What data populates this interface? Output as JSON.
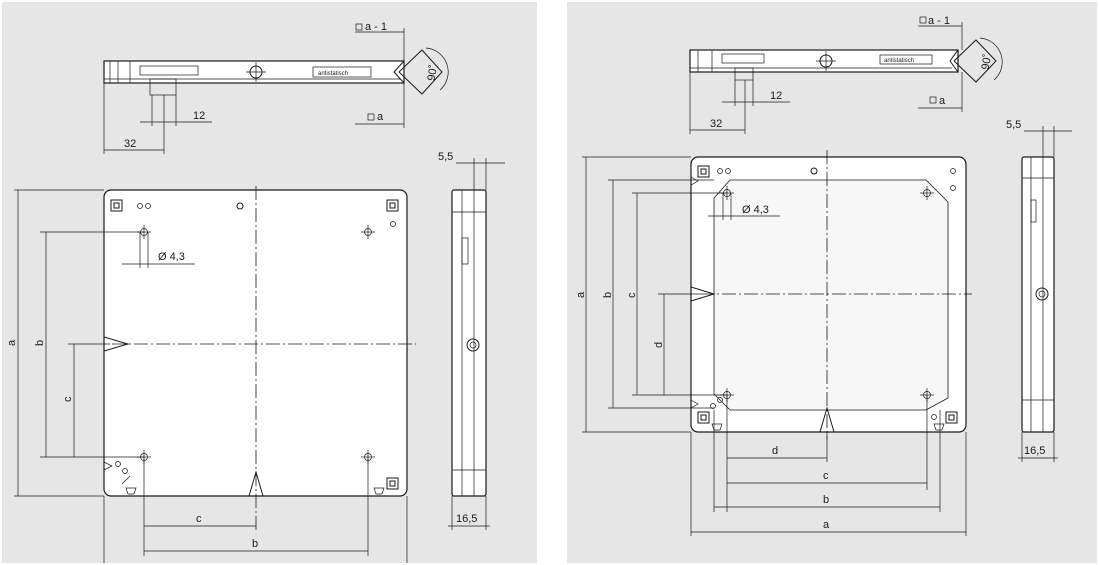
{
  "colors": {
    "panel": "#e6e6e6",
    "ink": "#1a1a1a"
  },
  "left": {
    "top": {
      "label_flat_a1": "a - 1",
      "label_flat_a": "a",
      "angle": "90˚",
      "dim_32": "32",
      "dim_12": "12",
      "antistatic": "antistatisch"
    },
    "front": {
      "a": "a",
      "b": "b",
      "c": "c",
      "hole": "Ø 4,3",
      "bottom_c": "c",
      "bottom_b": "b"
    },
    "side": {
      "top": "5,5",
      "bottom": "16,5"
    }
  },
  "right": {
    "top": {
      "label_flat_a1": "a - 1",
      "label_flat_a": "a",
      "angle": "90˚",
      "dim_32": "32",
      "dim_12": "12",
      "antistatic": "antistatisch"
    },
    "front": {
      "a": "a",
      "b": "b",
      "c": "c",
      "d": "d",
      "hole": "Ø 4,3",
      "bottom_d": "d",
      "bottom_c": "c",
      "bottom_b": "b",
      "bottom_a": "a"
    },
    "side": {
      "top": "5,5",
      "bottom": "16,5"
    }
  }
}
